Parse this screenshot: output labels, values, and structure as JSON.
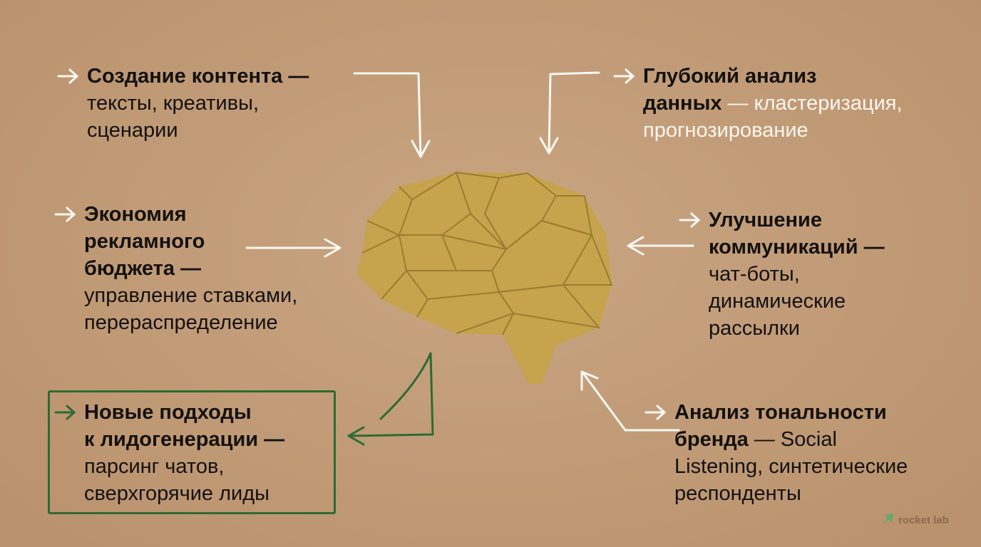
{
  "items": [
    {
      "title": "Создание контента",
      "sep": " —",
      "desc": "тексты, креативы, сценарии"
    },
    {
      "title": "Глубокий анализ данных",
      "sep": " —",
      "desc": "кластеризация, прогнозирование"
    },
    {
      "title": "Экономия рекламного бюджета",
      "sep": " —",
      "desc": "управление ставками, перераспределение"
    },
    {
      "title": "Улучшение коммуникаций",
      "sep": " —",
      "desc": "чат-боты, динамические рассылки"
    },
    {
      "title": "Новые подходы к лидогенерации",
      "sep": " —",
      "desc": "парсинг чатов, сверхгорячие лиды"
    },
    {
      "title": "Анализ тональности бренда",
      "sep": " —",
      "desc": "Social Listening, синтетические респонденты"
    }
  ],
  "l": {
    "i0a": "Создание контента —",
    "i0b": "тексты, креативы,",
    "i0c": "сценарии",
    "i1a": "Глубокий анализ",
    "i1b": "данных",
    "i1c": " — кластеризация,",
    "i1d": "прогнозирование",
    "i2a": "Экономия",
    "i2b": "рекламного",
    "i2c": "бюджета —",
    "i2d": "управление ставками,",
    "i2e": "перераспределение",
    "i3a": "Улучшение",
    "i3b": "коммуникаций —",
    "i3c": "чат-боты,",
    "i3d": "динамические",
    "i3e": "рассылки",
    "i4a": "Новые подходы",
    "i4b": "к лидогенерации —",
    "i4c": "парсинг чатов,",
    "i4d": "сверхгорячие лиды",
    "i5a": "Анализ тональности",
    "i5b": "бренда",
    "i5c": " — Social",
    "i5d": "Listening, синтетические",
    "i5e": "респонденты"
  },
  "logo": {
    "text": "rocket lab"
  },
  "colors": {
    "background": "#c29c78",
    "highlight_box": "#2d6b33",
    "arrows": "#ffffff",
    "brain": "#c9a74f"
  }
}
